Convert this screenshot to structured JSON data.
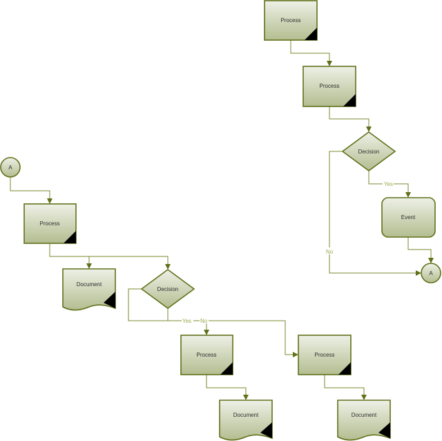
{
  "diagram": {
    "type": "flowchart",
    "colors": {
      "stroke": "#5f7019",
      "connector": "#7a8a2c",
      "fill_top": "#eef0e6",
      "fill_bottom": "#b3bd90",
      "edge_label": "#9aa84a",
      "corner": "#000000"
    },
    "nodes": [
      {
        "id": "p1",
        "kind": "process",
        "label": "Process"
      },
      {
        "id": "p2",
        "kind": "process",
        "label": "Process"
      },
      {
        "id": "d1",
        "kind": "decision",
        "label": "Decision"
      },
      {
        "id": "e1",
        "kind": "event",
        "label": "Event"
      },
      {
        "id": "a1",
        "kind": "connector",
        "label": "A"
      },
      {
        "id": "a2",
        "kind": "connector",
        "label": "A"
      },
      {
        "id": "p3",
        "kind": "process",
        "label": "Process"
      },
      {
        "id": "doc1",
        "kind": "document",
        "label": "Document"
      },
      {
        "id": "d2",
        "kind": "decision",
        "label": "Decision"
      },
      {
        "id": "p4",
        "kind": "process",
        "label": "Process"
      },
      {
        "id": "doc2",
        "kind": "document",
        "label": "Document"
      },
      {
        "id": "p5",
        "kind": "process",
        "label": "Process"
      },
      {
        "id": "doc3",
        "kind": "document",
        "label": "Document"
      }
    ],
    "edges": [
      {
        "from": "p1",
        "to": "p2",
        "label": ""
      },
      {
        "from": "p2",
        "to": "d1",
        "label": ""
      },
      {
        "from": "d1",
        "to": "e1",
        "label": "Yes"
      },
      {
        "from": "d1",
        "to": "a1",
        "label": "No"
      },
      {
        "from": "e1",
        "to": "a1",
        "label": ""
      },
      {
        "from": "a2",
        "to": "p3",
        "label": ""
      },
      {
        "from": "p3",
        "to": "doc1",
        "label": ""
      },
      {
        "from": "p3",
        "to": "d2",
        "label": ""
      },
      {
        "from": "d2",
        "to": "p4",
        "label": "Yes"
      },
      {
        "from": "d2",
        "to": "p5",
        "label": "No"
      },
      {
        "from": "p4",
        "to": "doc2",
        "label": ""
      },
      {
        "from": "p5",
        "to": "doc3",
        "label": ""
      }
    ]
  }
}
